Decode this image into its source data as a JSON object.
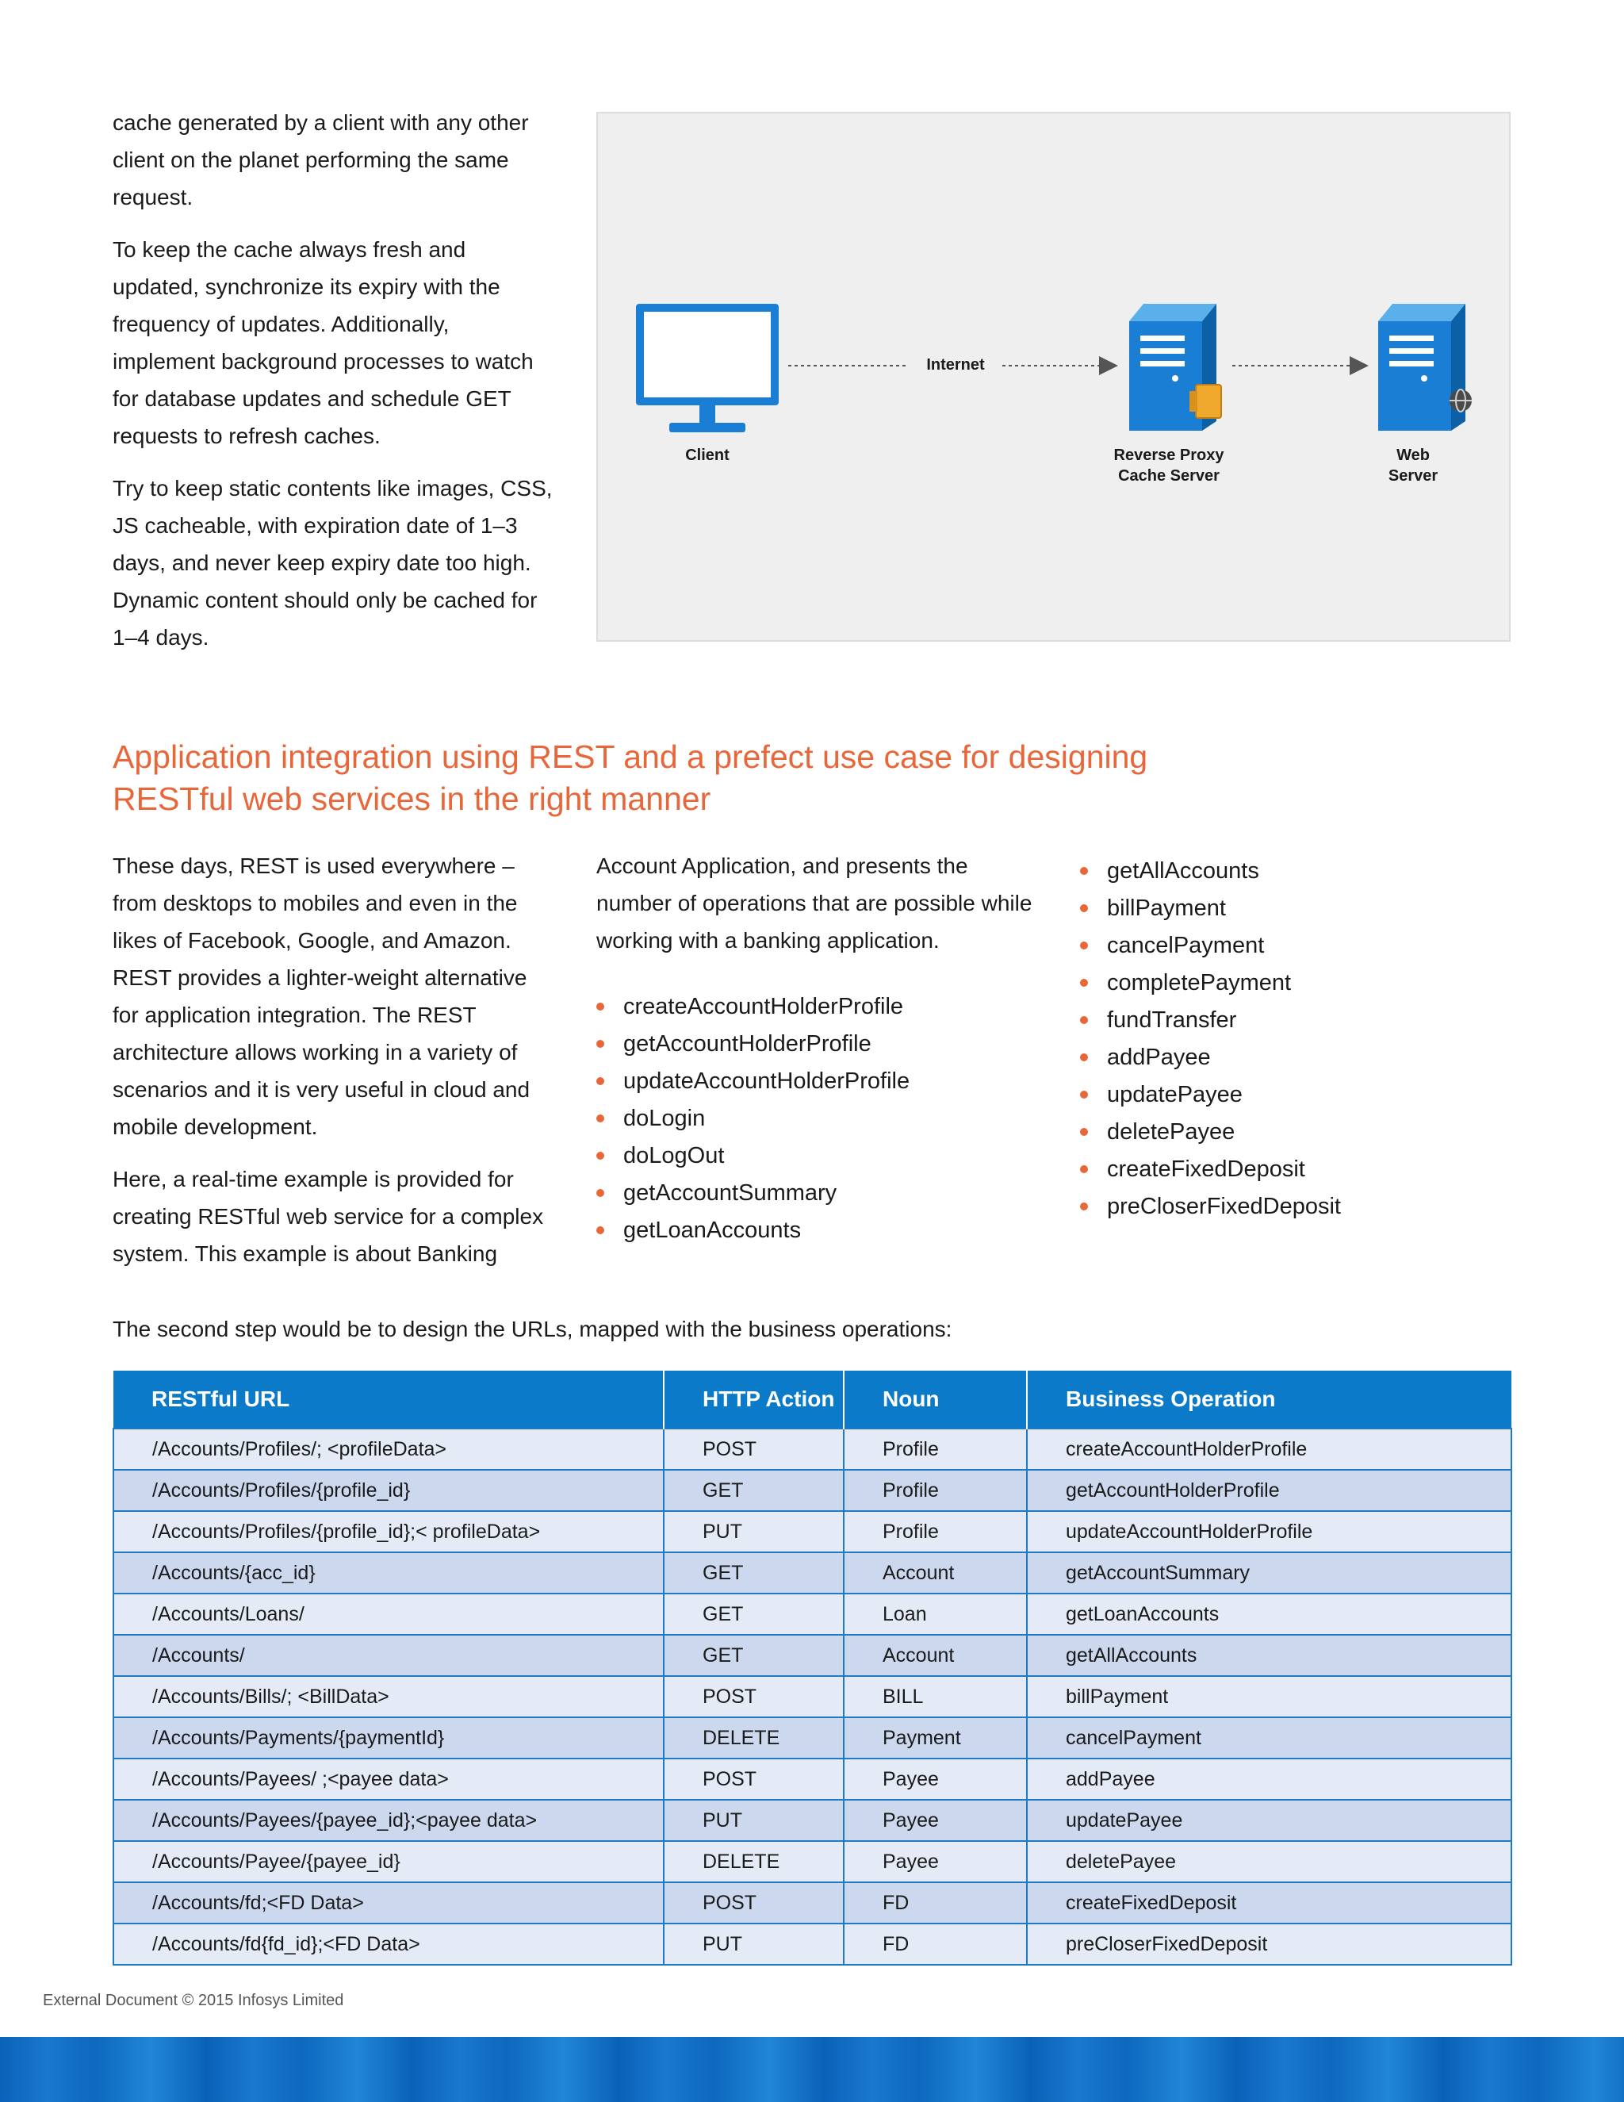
{
  "top_paragraphs": [
    "cache generated by a client with any other client on the planet performing the same request.",
    "To keep the cache always fresh and updated, synchronize its expiry with the frequency of updates. Additionally, implement background processes to watch for database updates and schedule GET requests to refresh caches.",
    "Try to keep static contents like images, CSS, JS cacheable, with expiration date of 1–3 days, and never keep expiry date too high. Dynamic content should only be cached for 1–4 days."
  ],
  "diagram": {
    "client_label": "Client",
    "internet_label": "Internet",
    "proxy_label_line1": "Reverse Proxy",
    "proxy_label_line2": "Cache Server",
    "web_label_line1": "Web",
    "web_label_line2": "Server",
    "colors": {
      "device": "#1a7fd4",
      "device_dark": "#0d5fa6",
      "lock": "#f0a92c",
      "arrow": "#555555"
    }
  },
  "section_heading": "Application integration using REST and a prefect use case for designing RESTful web services in the right manner",
  "col1_paragraphs": [
    "These days, REST is used everywhere – from desktops to mobiles and even in the likes of Facebook, Google, and Amazon. REST provides a lighter-weight alternative for application integration. The REST architecture allows working in a variety of scenarios and it is very useful in cloud and mobile development.",
    "Here, a real-time example is provided for creating RESTful web service for a complex system. This example is about Banking"
  ],
  "col2_paragraph": "Account Application, and presents the number of operations that are possible while working with a banking application.",
  "operations_list_1": [
    "createAccountHolderProfile",
    "getAccountHolderProfile",
    "updateAccountHolderProfile",
    "doLogin",
    "doLogOut",
    "getAccountSummary",
    "getLoanAccounts"
  ],
  "operations_list_2": [
    "getAllAccounts",
    "billPayment",
    "cancelPayment",
    "completePayment",
    "fundTransfer",
    "addPayee",
    "updatePayee",
    "deletePayee",
    "createFixedDeposit",
    "preCloserFixedDeposit"
  ],
  "table_intro": "The second step would be to design the URLs, mapped with the business operations:",
  "table": {
    "headers": [
      "RESTful URL",
      "HTTP Action",
      "Noun",
      "Business Operation"
    ],
    "rows": [
      [
        "/Accounts/Profiles/; <profileData>",
        "POST",
        "Profile",
        "createAccountHolderProfile"
      ],
      [
        "/Accounts/Profiles/{profile_id}",
        "GET",
        "Profile",
        "getAccountHolderProfile"
      ],
      [
        "/Accounts/Profiles/{profile_id};< profileData>",
        "PUT",
        "Profile",
        "updateAccountHolderProfile"
      ],
      [
        "/Accounts/{acc_id}",
        "GET",
        "Account",
        "getAccountSummary"
      ],
      [
        "/Accounts/Loans/",
        "GET",
        "Loan",
        "getLoanAccounts"
      ],
      [
        "/Accounts/",
        "GET",
        "Account",
        "getAllAccounts"
      ],
      [
        "/Accounts/Bills/; <BillData>",
        "POST",
        "BILL",
        "billPayment"
      ],
      [
        "/Accounts/Payments/{paymentId}",
        "DELETE",
        "Payment",
        "cancelPayment"
      ],
      [
        "/Accounts/Payees/ ;<payee data>",
        "POST",
        "Payee",
        "addPayee"
      ],
      [
        "/Accounts/Payees/{payee_id};<payee data>",
        "PUT",
        "Payee",
        "updatePayee"
      ],
      [
        "/Accounts/Payee/{payee_id}",
        "DELETE",
        "Payee",
        "deletePayee"
      ],
      [
        "/Accounts/fd;<FD Data>",
        "POST",
        "FD",
        "createFixedDeposit"
      ],
      [
        "/Accounts/fd{fd_id};<FD Data>",
        "PUT",
        "FD",
        "preCloserFixedDeposit"
      ]
    ]
  },
  "footer": {
    "text": "External Document © 2015 Infosys Limited",
    "band_color": "#0a62b8"
  },
  "colors": {
    "accent": "#e8673a",
    "table_header": "#0b7bc9",
    "row_light": "#e4ebf6",
    "row_dark": "#ccd8ee"
  }
}
